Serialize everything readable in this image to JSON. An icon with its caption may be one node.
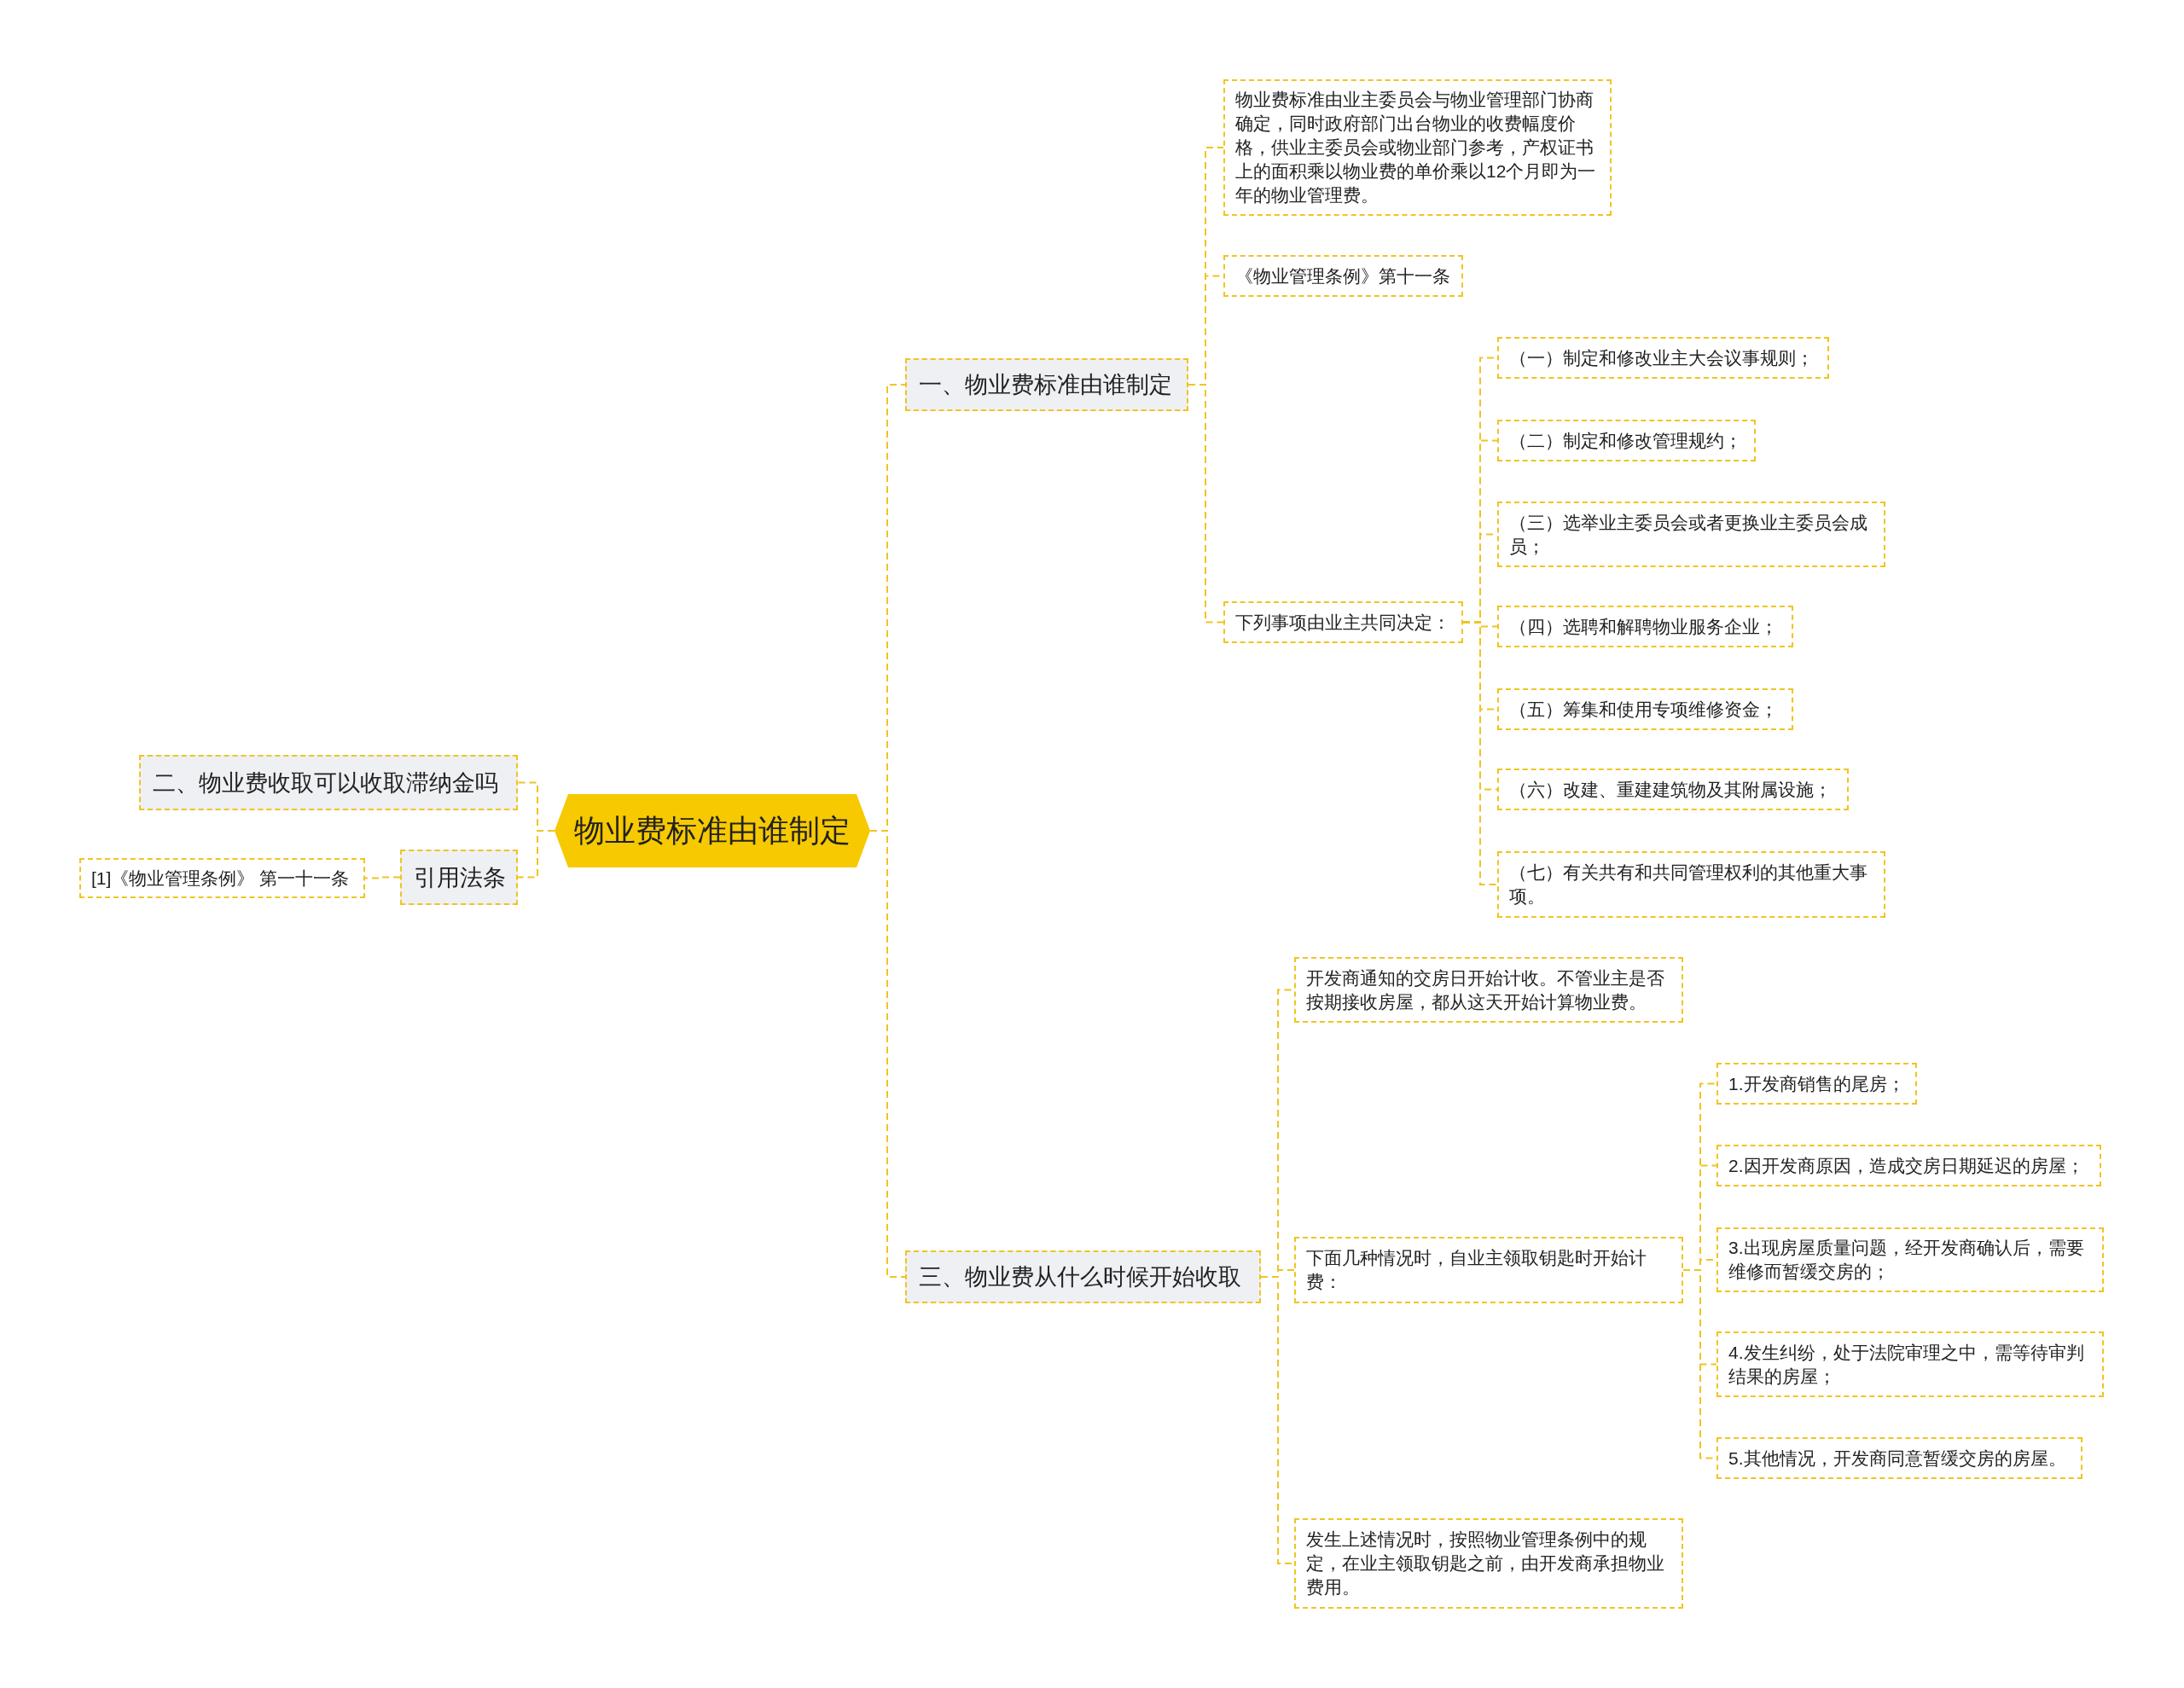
{
  "diagram": {
    "nodes": [
      {
        "text": [
          "物业费标准由谁制定"
        ]
      },
      {
        "text": [
          "一、物业费标准由谁制定"
        ]
      },
      {
        "text": [
          "物业费标准由业主委员会与物业管理部门协商确定，同时政府部门出台物业的收费幅度价格，供业主委员会或物业部门参考，产权证书上的面积乘以物业费的单价乘以12个月即为一年的物业管理费。"
        ]
      },
      {
        "text": [
          "《物业管理条例》第十一条"
        ]
      },
      {
        "text": [
          "下列事项由业主共同决定："
        ]
      },
      {
        "text": [
          "（一）制定和修改业主大会议事规则；"
        ]
      },
      {
        "text": [
          "（二）制定和修改管理规约；"
        ]
      },
      {
        "text": [
          "（三）选举业主委员会或者更换业主委员会成员；"
        ]
      },
      {
        "text": [
          "（四）选聘和解聘物业服务企业；"
        ]
      },
      {
        "text": [
          "（五）筹集和使用专项维修资金；"
        ]
      },
      {
        "text": [
          "（六）改建、重建建筑物及其附属设施；"
        ]
      },
      {
        "text": [
          "（七）有关共有和共同管理权利的其他重大事项。"
        ]
      },
      {
        "text": [
          "三、物业费从什么时候开始收取"
        ]
      },
      {
        "text": [
          "开发商通知的交房日开始计收。不管业主是否按期接收房屋，都从这天开始计算物业费。"
        ]
      },
      {
        "text": [
          "下面几种情况时，自业主领取钥匙时开始计费："
        ]
      },
      {
        "text": [
          "1.开发商销售的尾房；"
        ]
      },
      {
        "text": [
          "2.因开发商原因，造成交房日期延迟的房屋；"
        ]
      },
      {
        "text": [
          "3.出现房屋质量问题，经开发商确认后，需要维修而暂缓交房的；"
        ]
      },
      {
        "text": [
          "4.发生纠纷，处于法院审理之中，需等待审判结果的房屋；"
        ]
      },
      {
        "text": [
          "5.其他情况，开发商同意暂缓交房的房屋。"
        ]
      },
      {
        "text": [
          "发生上述情况时，按照物业管理条例中的规定，在业主领取钥匙之前，由开发商承担物业费用。"
        ]
      },
      {
        "text": [
          "二、物业费收取可以收取滞纳金吗"
        ]
      },
      {
        "text": [
          "引用法条"
        ]
      },
      {
        "text": [
          "[1]《物业管理条例》 第一十一条"
        ]
      }
    ],
    "edges": [
      {
        "from": 0,
        "to": 1,
        "arrow": "none"
      },
      {
        "from": 1,
        "to": 2,
        "arrow": "none"
      },
      {
        "from": 1,
        "to": 3,
        "arrow": "none"
      },
      {
        "from": 1,
        "to": 4,
        "arrow": "none"
      },
      {
        "from": 4,
        "to": 5,
        "arrow": "none"
      },
      {
        "from": 4,
        "to": 6,
        "arrow": "none"
      },
      {
        "from": 4,
        "to": 7,
        "arrow": "none"
      },
      {
        "from": 4,
        "to": 8,
        "arrow": "none"
      },
      {
        "from": 4,
        "to": 9,
        "arrow": "none"
      },
      {
        "from": 4,
        "to": 10,
        "arrow": "none"
      },
      {
        "from": 4,
        "to": 11,
        "arrow": "none"
      },
      {
        "from": 0,
        "to": 12,
        "arrow": "none"
      },
      {
        "from": 12,
        "to": 13,
        "arrow": "none"
      },
      {
        "from": 12,
        "to": 14,
        "arrow": "none"
      },
      {
        "from": 14,
        "to": 15,
        "arrow": "none"
      },
      {
        "from": 14,
        "to": 16,
        "arrow": "none"
      },
      {
        "from": 14,
        "to": 17,
        "arrow": "none"
      },
      {
        "from": 14,
        "to": 18,
        "arrow": "none"
      },
      {
        "from": 14,
        "to": 19,
        "arrow": "none"
      },
      {
        "from": 12,
        "to": 20,
        "arrow": "none"
      },
      {
        "from": 0,
        "to": 21,
        "arrow": "none"
      },
      {
        "from": 0,
        "to": 22,
        "arrow": "none"
      },
      {
        "from": 22,
        "to": 23,
        "arrow": "none"
      }
    ]
  }
}
